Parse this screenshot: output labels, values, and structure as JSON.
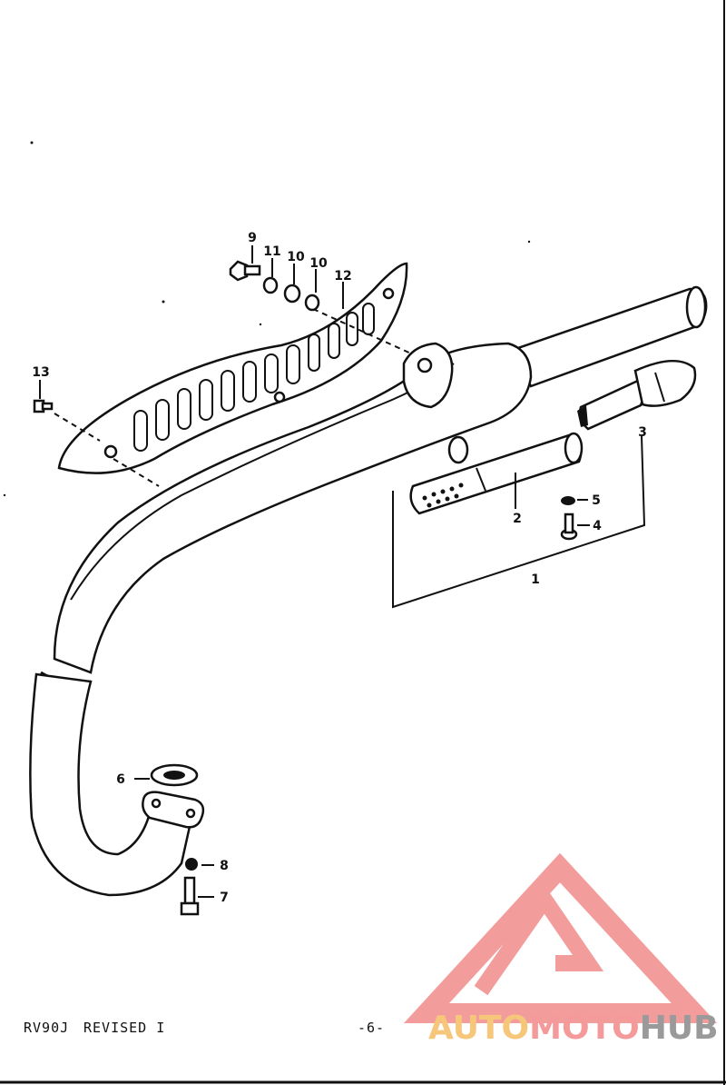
{
  "diagram": {
    "labels": {
      "p1": "1",
      "p2": "2",
      "p3": "3",
      "p4": "4",
      "p5": "5",
      "p6": "6",
      "p7": "7",
      "p8": "8",
      "p9": "9",
      "p10a": "10",
      "p10b": "10",
      "p11": "11",
      "p12": "12",
      "p13": "13"
    }
  },
  "footer": {
    "model": "RV90J",
    "revision": "REVISED I",
    "page": "-6-"
  },
  "watermark": {
    "brand_part1": "AUTO",
    "brand_part2": "MOTO",
    "brand_part3": "HUB",
    "colors": {
      "logo": "#f28b8b",
      "auto": "#f6c77a",
      "moto": "#f49a9a",
      "hub": "#9a9a9a"
    }
  }
}
